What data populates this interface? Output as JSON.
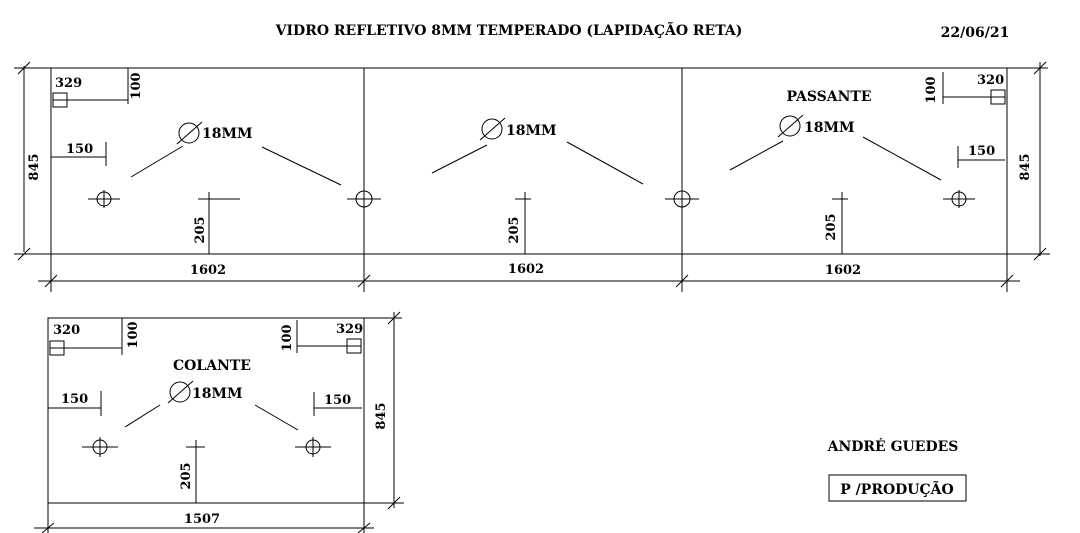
{
  "header": {
    "title": "VIDRO REFLETIVO 8MM TEMPERADO (LAPIDAÇÃO RETA)",
    "date": "22/06/21"
  },
  "top_panel": {
    "height": "845",
    "section_width": "1602",
    "corner_left": {
      "width": "329",
      "height": "100"
    },
    "corner_right": {
      "width": "320",
      "height": "100"
    },
    "hole_offset_left": "150",
    "hole_offset_right": "150",
    "hole_height": "205",
    "hole_diameter": "18MM",
    "label": "PASSANTE"
  },
  "bottom_panel": {
    "height": "845",
    "width": "1507",
    "corner_left": {
      "width": "320",
      "height": "100"
    },
    "corner_right": {
      "width": "329",
      "height": "100"
    },
    "hole_offset_left": "150",
    "hole_offset_right": "150",
    "hole_height": "205",
    "hole_diameter": "18MM",
    "label": "COLANTE"
  },
  "author": "ANDRÉ GUEDES",
  "stamp": "P /PRODUÇÃO"
}
